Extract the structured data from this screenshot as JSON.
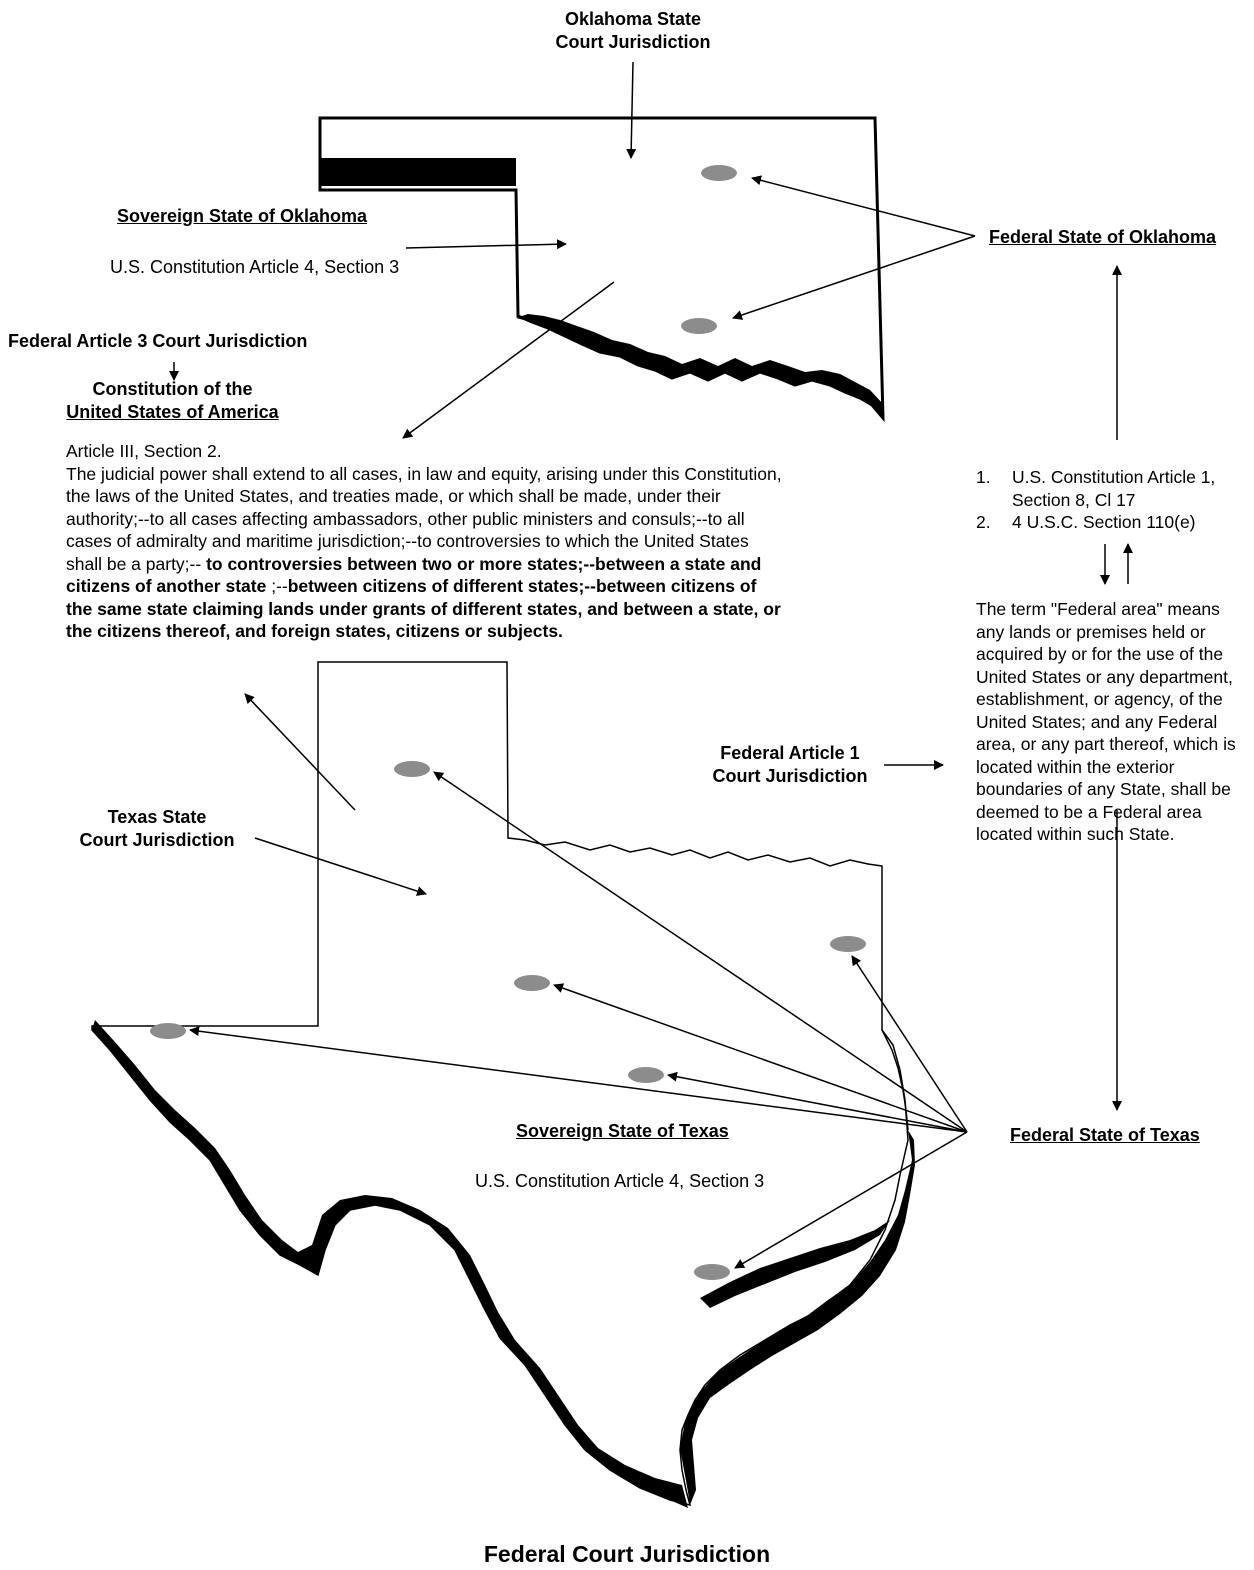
{
  "labels": {
    "ok_state_court": "Oklahoma State\nCourt Jurisdiction",
    "sovereign_ok": "Sovereign State of Oklahoma",
    "sovereign_ok_cite": "U.S. Constitution Article 4, Section 3",
    "federal_ok": "Federal State of Oklahoma",
    "fed_art3": "Federal Article 3 Court Jurisdiction",
    "constitution_line1": "Constitution of the",
    "constitution_line2": "United States of America",
    "tx_state_court": "Texas State\nCourt Jurisdiction",
    "fed_art1": "Federal Article 1\nCourt Jurisdiction",
    "sovereign_tx": "Sovereign State of Texas",
    "sovereign_tx_cite": "U.S. Constitution Article 4, Section 3",
    "federal_tx": "Federal State of Texas",
    "footer": "Federal Court Jurisdiction"
  },
  "article3": {
    "heading": "Article III, Section 2.",
    "plain": "The judicial power shall extend to all cases, in law and equity, arising under this Constitution, the laws of the United States, and treaties made, or which shall be made, under their authority;--to all cases affecting ambassadors, other public ministers and consuls;--to all cases of admiralty and maritime jurisdiction;--to controversies to which the United States shall be a party;-- ",
    "bold1": "to controversies between two or more states;--between a state and citizens of another state",
    "mid": " ;--",
    "bold2": "between citizens of different states;--between citizens of the same state claiming lands under grants of different states, and between a state, or the citizens thereof, and foreign states, citizens or subjects."
  },
  "citations": [
    {
      "num": "1.",
      "text": "U.S. Constitution Article 1, Section 8, Cl 17"
    },
    {
      "num": "2.",
      "text": "4 U.S.C. Section 110(e)"
    }
  ],
  "federal_area_definition": "The term \"Federal area\" means any lands or premises held or acquired by or for the use of the United States or any department, establishment, or agency, of the United States; and any Federal area, or any part thereof, which is located within the exterior boundaries of any State, shall be deemed to be a Federal area located within such State.",
  "colors": {
    "ink": "#000000",
    "federal_area_dot": "#8c8c8c",
    "background": "#ffffff"
  }
}
